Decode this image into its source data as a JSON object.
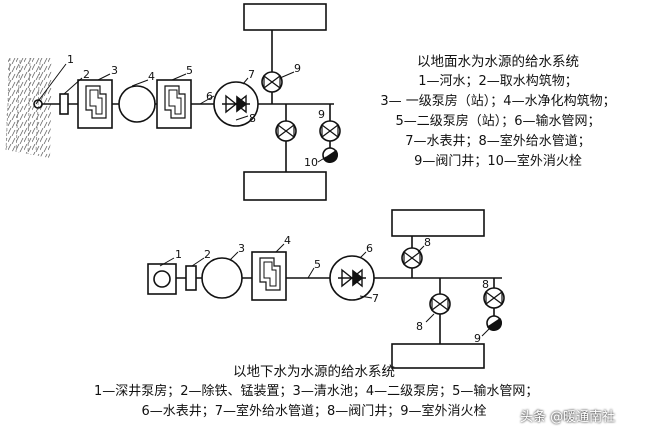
{
  "top_diagram": {
    "title": "以地面水为水源的给水系统",
    "legend_lines": [
      "1—河水；2—取水构筑物；",
      "3— 一级泵房（站）；4—水净化构筑物；",
      "5—二级泵房（站）；6—输水管网；",
      "7—水表井；8—室外给水管道；",
      "9—阀门井；10—室外消火栓"
    ],
    "callouts": [
      "1",
      "2",
      "3",
      "4",
      "5",
      "6",
      "7",
      "8",
      "9",
      "9",
      "10"
    ]
  },
  "bottom_diagram": {
    "title": "以地下水为水源的给水系统",
    "legend_lines": [
      "1—深井泵房；2—除铁、锰装置；3—清水池；4—二级泵房；5—输水管网；",
      "6—水表井；7—室外给水管道；8—阀门井；9—室外消火栓"
    ],
    "callouts": [
      "1",
      "2",
      "3",
      "4",
      "5",
      "6",
      "7",
      "8",
      "8",
      "8",
      "9"
    ]
  },
  "watermark": "头条 @暖通南社"
}
